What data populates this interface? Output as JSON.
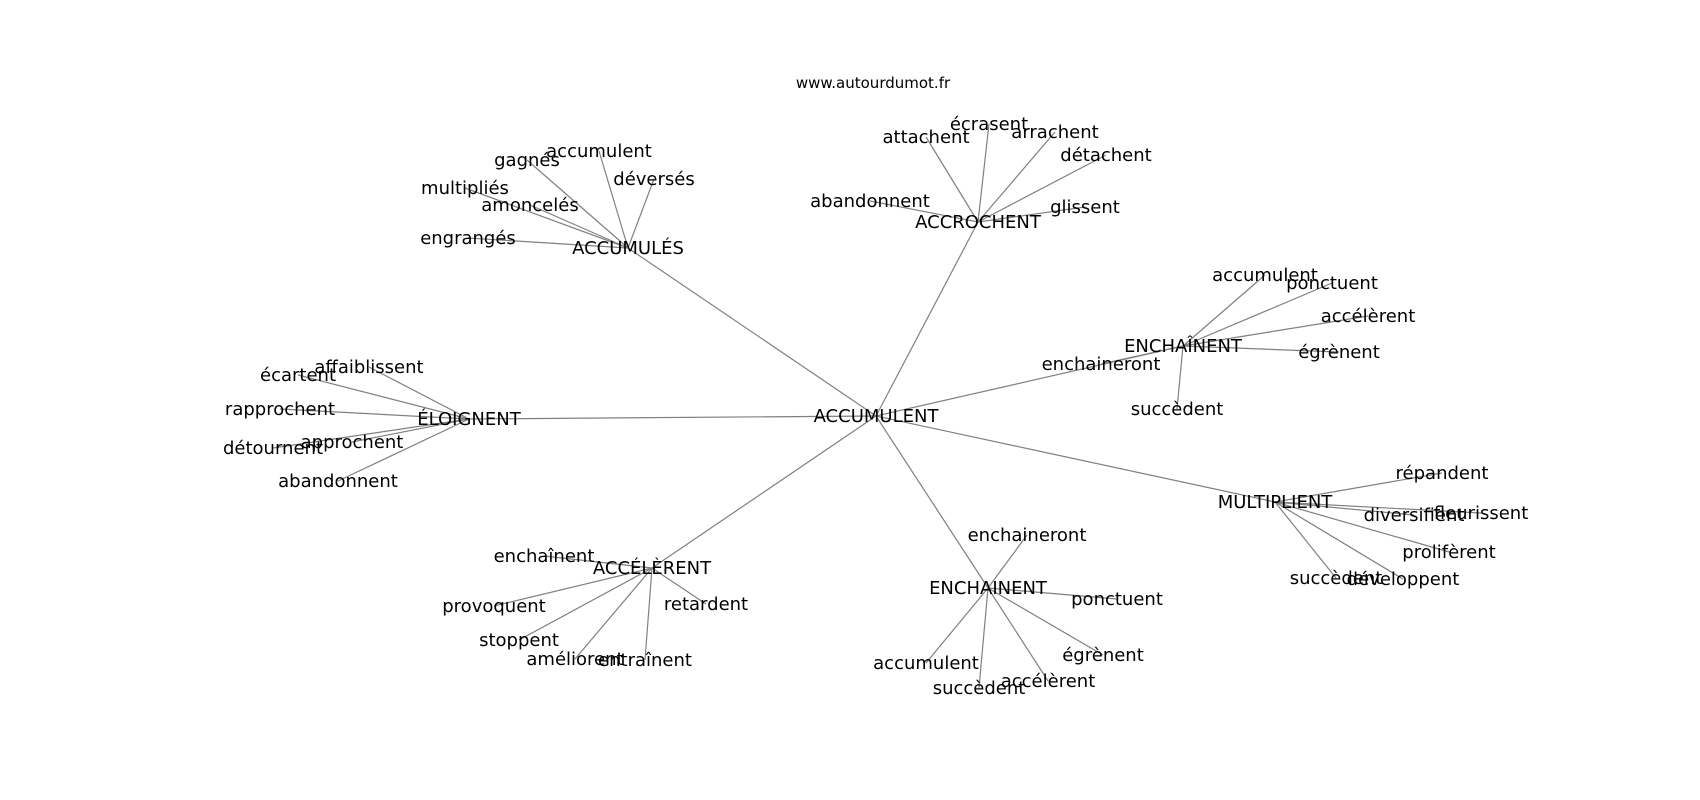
{
  "site": "www.autourdumot.fr",
  "center": "ACCUMULENT",
  "groups": [
    {
      "label": "ACCUMULÉS",
      "children": [
        "gagnés",
        "accumulent",
        "déversés",
        "multipliés",
        "amoncelés",
        "engrangés"
      ]
    },
    {
      "label": "ACCROCHENT",
      "children": [
        "attachent",
        "écrasent",
        "arrachent",
        "détachent",
        "abandonnent",
        "glissent"
      ]
    },
    {
      "label": "ENCHAÎNENT",
      "children": [
        "accumulent",
        "ponctuent",
        "accélèrent",
        "enchaineront",
        "égrènent",
        "succèdent"
      ]
    },
    {
      "label": "MULTIPLIENT",
      "children": [
        "répandent",
        "diversifient",
        "fleurissent",
        "prolifèrent",
        "succèdent",
        "développent"
      ]
    },
    {
      "label": "ENCHAINENT",
      "children": [
        "enchaineront",
        "ponctuent",
        "égrènent",
        "accumulent",
        "accélèrent",
        "succèdent"
      ]
    },
    {
      "label": "ACCÉLÈRENT",
      "children": [
        "enchaînent",
        "provoquent",
        "retardent",
        "stoppent",
        "améliorent",
        "entraînent"
      ]
    },
    {
      "label": "ÉLOIGNENT",
      "children": [
        "affaiblissent",
        "écartent",
        "rapprochent",
        "approchent",
        "détournent",
        "abandonnent"
      ]
    }
  ]
}
